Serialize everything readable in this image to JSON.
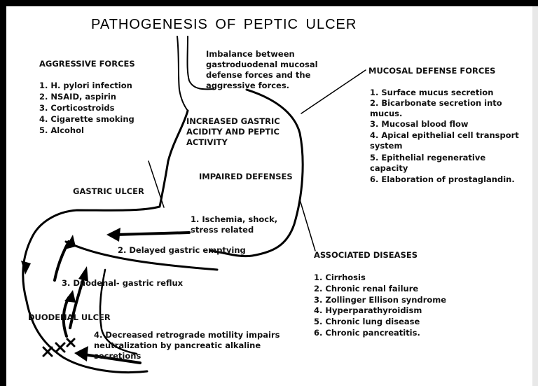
{
  "title": "PATHOGENESIS OF PEPTIC ULCER",
  "imbalance_note": "Imbalance between\ngastroduodenal mucosal\ndefense forces and the\naggressive forces.",
  "aggressive": {
    "heading": "AGGRESSIVE FORCES",
    "items": [
      "1. H. pylori infection",
      "2. NSAID, aspirin",
      "3. Corticostroids",
      "4. Cigarette smoking",
      "5. Alcohol"
    ]
  },
  "mucosal_defense": {
    "heading": "MUCOSAL DEFENSE FORCES",
    "items": [
      "1. Surface mucus secretion",
      "2. Bicarbonate secretion into\nmucus.",
      "3. Mucosal blood flow",
      "4. Apical epithelial cell transport\nsystem",
      "5. Epithelial regenerative\ncapacity",
      "6. Elaboration of prostaglandin."
    ]
  },
  "increased_acidity": "INCREASED GASTRIC\nACIDITY AND PEPTIC\nACTIVITY",
  "impaired_defenses": "IMPAIRED DEFENSES",
  "gastric_ulcer": "GASTRIC ULCER",
  "duodenal_ulcer": "DUODENAL ULCER",
  "mechanisms": [
    "1. Ischemia, shock,\nstress related",
    "2. Delayed gastric emptying",
    "3. Duodenal- gastric reflux",
    "4. Decreased retrograde motility impairs\nneutralization by pancreatic alkaline\nsecretions"
  ],
  "associated": {
    "heading": "ASSOCIATED DISEASES",
    "items": [
      "1. Cirrhosis",
      "2. Chronic renal failure",
      "3. Zollinger Ellison syndrome",
      "4. Hyperparathyroidism",
      "5. Chronic lung disease",
      "6. Chronic pancreatitis."
    ]
  }
}
